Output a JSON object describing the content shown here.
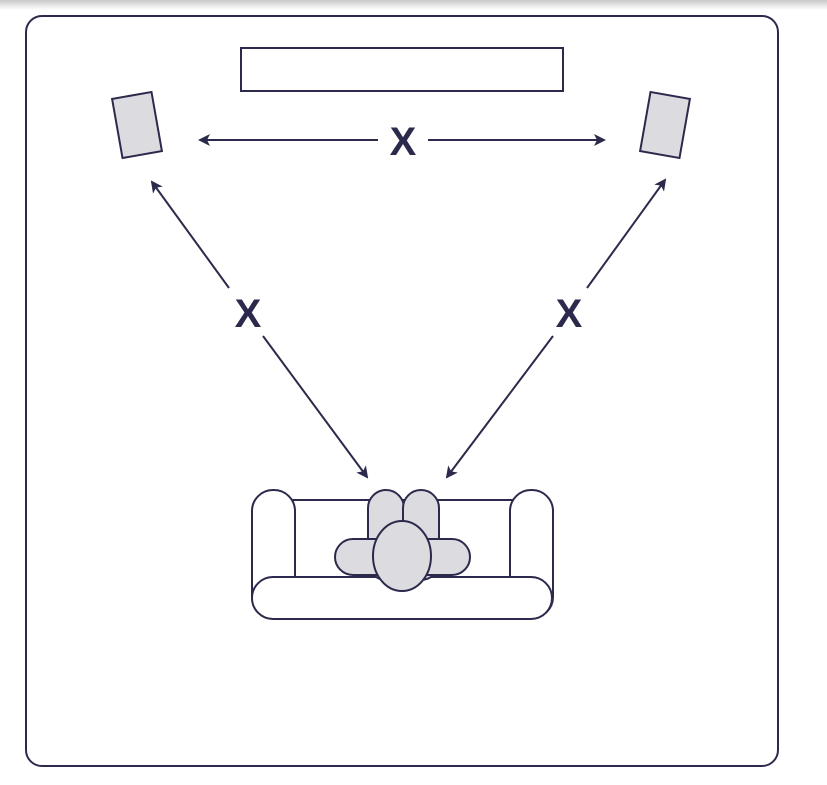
{
  "diagram": {
    "distance_label_top": "X",
    "distance_label_left": "X",
    "distance_label_right": "X"
  },
  "colors": {
    "stroke": "#2b2a4c",
    "fill": "#dcdbe0",
    "background": "#ffffff"
  }
}
